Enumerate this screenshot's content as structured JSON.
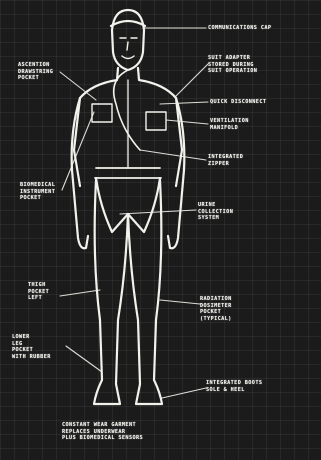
{
  "diagram": {
    "colors": {
      "background": "#1b1b1b",
      "chalk": "#f2f2ec"
    },
    "labels": {
      "communications_cap": "COMMUNICATIONS CAP",
      "suit_adapter": "SUIT ADAPTER\nSTORED DURING\nSUIT OPERATION",
      "ascent_pocket": "ASCENTION\nDRAWSTRING\nPOCKET",
      "quick_disconnect": "QUICK DISCONNECT",
      "ventilation_manifold": "VENTILATION\nMANIFOLD",
      "integrated_zipper": "INTEGRATED\nZIPPER",
      "chest_left": "BIOMEDICAL\nINSTRUMENT\nPOCKET",
      "collection_system": "URINE\nCOLLECTION\nSYSTEM",
      "thigh_left": "THIGH\nPOCKET\nLEFT",
      "radiation_pocket": "RADIATION\nDOSIMETER\nPOCKET\n(TYPICAL)",
      "lower_left": "LOWER\nLEG\nPOCKET\nWITH RUBBER",
      "integrated_boots": "INTEGRATED BOOTS\nSOLE & HEEL",
      "bottom_caption": "CONSTANT WEAR GARMENT\nREPLACES UNDERWEAR\nPLUS BIOMEDICAL SENSORS"
    }
  }
}
